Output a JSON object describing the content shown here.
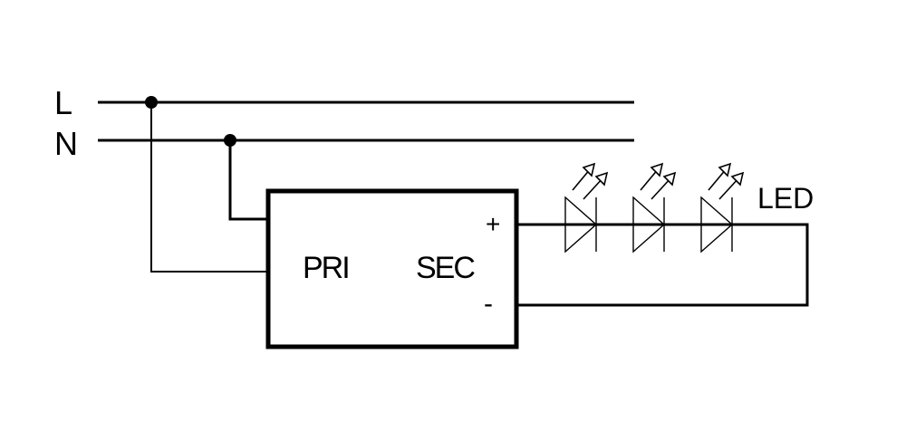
{
  "lines": {
    "live_label": "L",
    "neutral_label": "N"
  },
  "driver": {
    "primary_label": "PRI",
    "secondary_label": "SEC",
    "positive_label": "+",
    "negative_label": "-"
  },
  "load": {
    "label": "LED",
    "led_count": 3
  }
}
